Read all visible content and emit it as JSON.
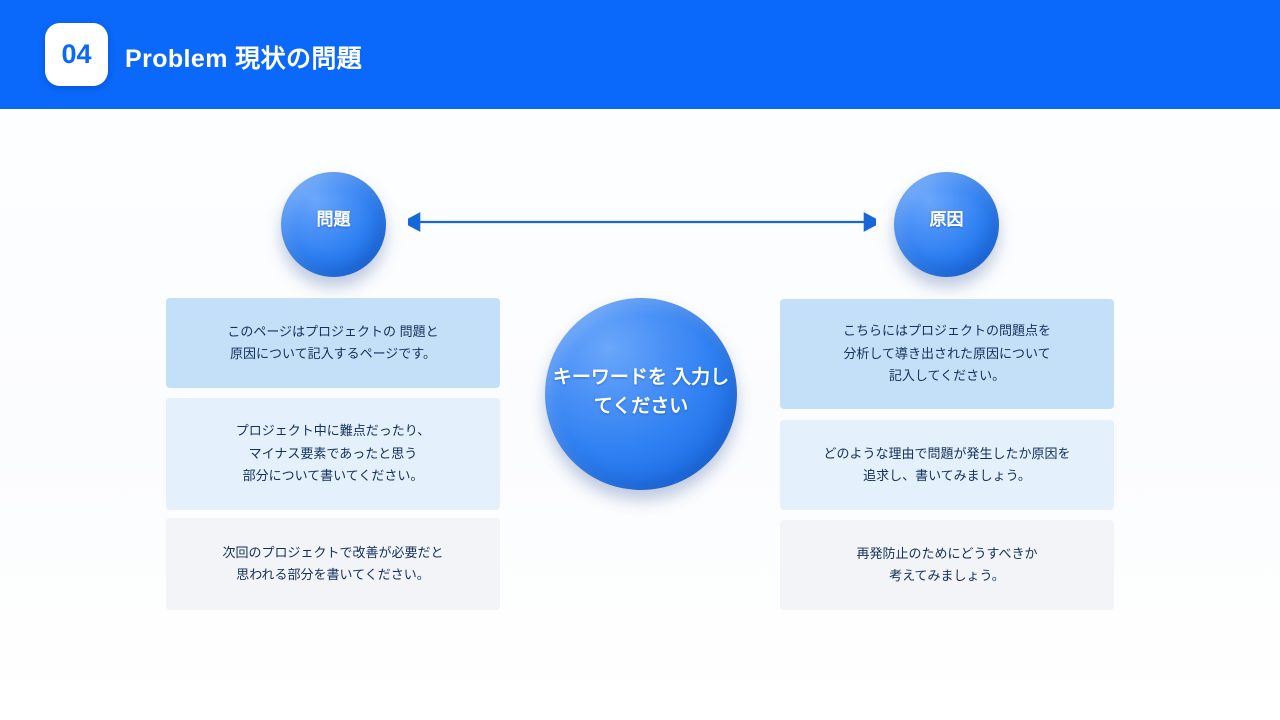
{
  "header": {
    "badge_number": "04",
    "title": "Problem 現状の問題",
    "bar_color": "#0a68fa",
    "badge_bg": "#ffffff",
    "badge_text_color": "#0a68fa",
    "title_color": "#ffffff"
  },
  "diagram": {
    "left_node": {
      "label": "問題"
    },
    "right_node": {
      "label": "原因"
    },
    "center_node": {
      "label": "キーワードを\n入力してください"
    },
    "connector": {
      "name": "double-headed-arrow",
      "color": "#1667d8",
      "direction": "both"
    },
    "sphere_color": "#2f80f2"
  },
  "left_column": {
    "boxes": [
      {
        "text": "このページはプロジェクトの 問題と\n原因について記入するページです。",
        "bg": "#c4e0f8"
      },
      {
        "text": "プロジェクト中に難点だったり、\nマイナス要素であったと思う\n部分について書いてください。",
        "bg": "#e4f1fc"
      },
      {
        "text": "次回のプロジェクトで改善が必要だと\n思われる部分を書いてください。",
        "bg": "#f2f4f7"
      }
    ]
  },
  "right_column": {
    "boxes": [
      {
        "text": "こちらにはプロジェクトの問題点を\n分析して導き出された原因について\n記入してください。",
        "bg": "#c4e0f8"
      },
      {
        "text": "どのような理由で問題が発生したか原因を\n追求し、書いてみましょう。",
        "bg": "#e4f1fc"
      },
      {
        "text": "再発防止のためにどうすべきか\n考えてみましょう。",
        "bg": "#f2f4f7"
      }
    ]
  },
  "theme": {
    "text_color": "#12305c",
    "page_bg": "#ffffff"
  }
}
